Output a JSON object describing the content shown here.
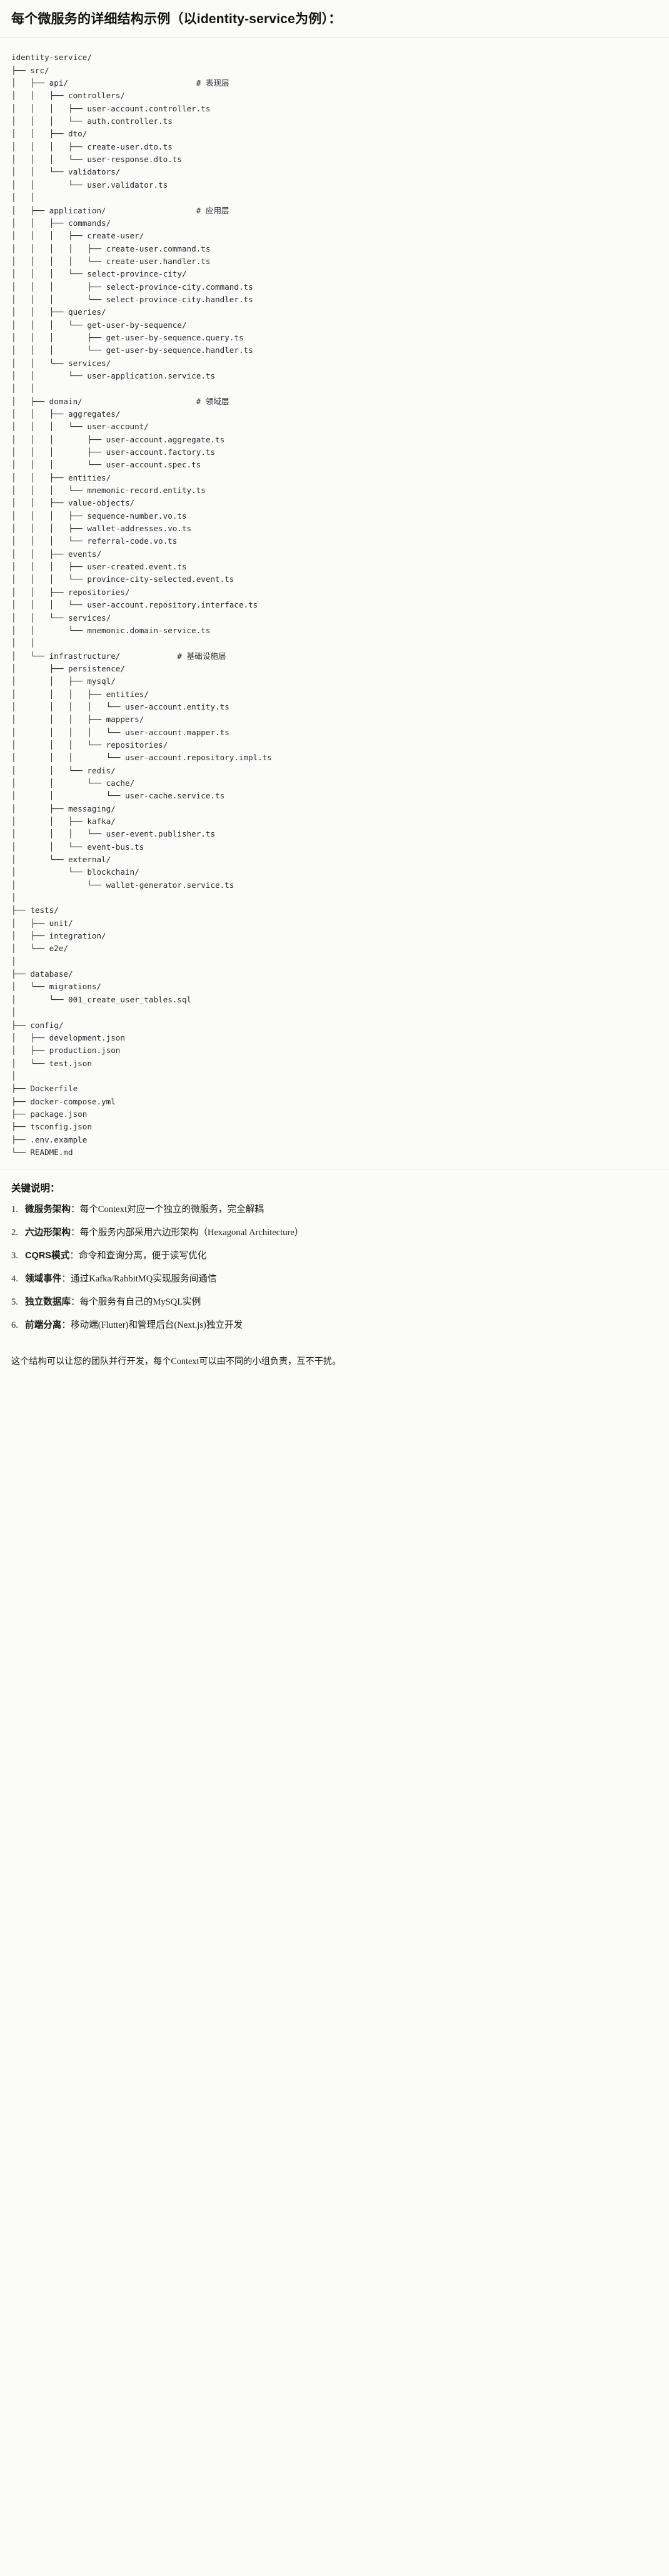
{
  "heading": "每个微服务的详细结构示例（以identity-service为例）：",
  "tree": {
    "root": "identity-service/",
    "text": "identity-service/\n├── src/\n│   ├── api/                           # 表现层\n│   │   ├── controllers/\n│   │   │   ├── user-account.controller.ts\n│   │   │   └── auth.controller.ts\n│   │   ├── dto/\n│   │   │   ├── create-user.dto.ts\n│   │   │   └── user-response.dto.ts\n│   │   └── validators/\n│   │       └── user.validator.ts\n│   │\n│   ├── application/                   # 应用层\n│   │   ├── commands/\n│   │   │   ├── create-user/\n│   │   │   │   ├── create-user.command.ts\n│   │   │   │   └── create-user.handler.ts\n│   │   │   └── select-province-city/\n│   │   │       ├── select-province-city.command.ts\n│   │   │       └── select-province-city.handler.ts\n│   │   ├── queries/\n│   │   │   └── get-user-by-sequence/\n│   │   │       ├── get-user-by-sequence.query.ts\n│   │   │       └── get-user-by-sequence.handler.ts\n│   │   └── services/\n│   │       └── user-application.service.ts\n│   │\n│   ├── domain/                        # 领域层\n│   │   ├── aggregates/\n│   │   │   └── user-account/\n│   │   │       ├── user-account.aggregate.ts\n│   │   │       ├── user-account.factory.ts\n│   │   │       └── user-account.spec.ts\n│   │   ├── entities/\n│   │   │   └── mnemonic-record.entity.ts\n│   │   ├── value-objects/\n│   │   │   ├── sequence-number.vo.ts\n│   │   │   ├── wallet-addresses.vo.ts\n│   │   │   └── referral-code.vo.ts\n│   │   ├── events/\n│   │   │   ├── user-created.event.ts\n│   │   │   └── province-city-selected.event.ts\n│   │   ├── repositories/\n│   │   │   └── user-account.repository.interface.ts\n│   │   └── services/\n│   │       └── mnemonic.domain-service.ts\n│   │\n│   └── infrastructure/            # 基础设施层\n│       ├── persistence/\n│       │   ├── mysql/\n│       │   │   ├── entities/\n│       │   │   │   └── user-account.entity.ts\n│       │   │   ├── mappers/\n│       │   │   │   └── user-account.mapper.ts\n│       │   │   └── repositories/\n│       │   │       └── user-account.repository.impl.ts\n│       │   └── redis/\n│       │       └── cache/\n│       │           └── user-cache.service.ts\n│       ├── messaging/\n│       │   ├── kafka/\n│       │   │   └── user-event.publisher.ts\n│       │   └── event-bus.ts\n│       └── external/\n│           └── blockchain/\n│               └── wallet-generator.service.ts\n│\n├── tests/\n│   ├── unit/\n│   ├── integration/\n│   └── e2e/\n│\n├── database/\n│   └── migrations/\n│       └── 001_create_user_tables.sql\n│\n├── config/\n│   ├── development.json\n│   ├── production.json\n│   └── test.json\n│\n├── Dockerfile\n├── docker-compose.yml\n├── package.json\n├── tsconfig.json\n├── .env.example\n└── README.md",
    "layer_comments": [
      {
        "path": "api/",
        "comment": "# 表现层"
      },
      {
        "path": "application/",
        "comment": "# 应用层"
      },
      {
        "path": "domain/",
        "comment": "# 领域层"
      },
      {
        "path": "infrastructure/",
        "comment": "# 基础设施层"
      }
    ]
  },
  "notes": {
    "title": "关键说明：",
    "items": [
      {
        "num": "1.",
        "term": "微服务架构",
        "sep": "：",
        "desc": "每个Context对应一个独立的微服务，完全解耦"
      },
      {
        "num": "2.",
        "term": "六边形架构",
        "sep": "：",
        "desc": "每个服务内部采用六边形架构（Hexagonal Architecture）"
      },
      {
        "num": "3.",
        "term": "CQRS模式",
        "sep": "：",
        "desc": "命令和查询分离，便于读写优化"
      },
      {
        "num": "4.",
        "term": "领域事件",
        "sep": "：",
        "desc": "通过Kafka/RabbitMQ实现服务间通信"
      },
      {
        "num": "5.",
        "term": "独立数据库",
        "sep": "：",
        "desc": "每个服务有自己的MySQL实例"
      },
      {
        "num": "6.",
        "term": "前端分离",
        "sep": "：",
        "desc": "移动端(Flutter)和管理后台(Next.js)独立开发"
      }
    ],
    "closing": "这个结构可以让您的团队并行开发，每个Context可以由不同的小组负责，互不干扰。"
  }
}
